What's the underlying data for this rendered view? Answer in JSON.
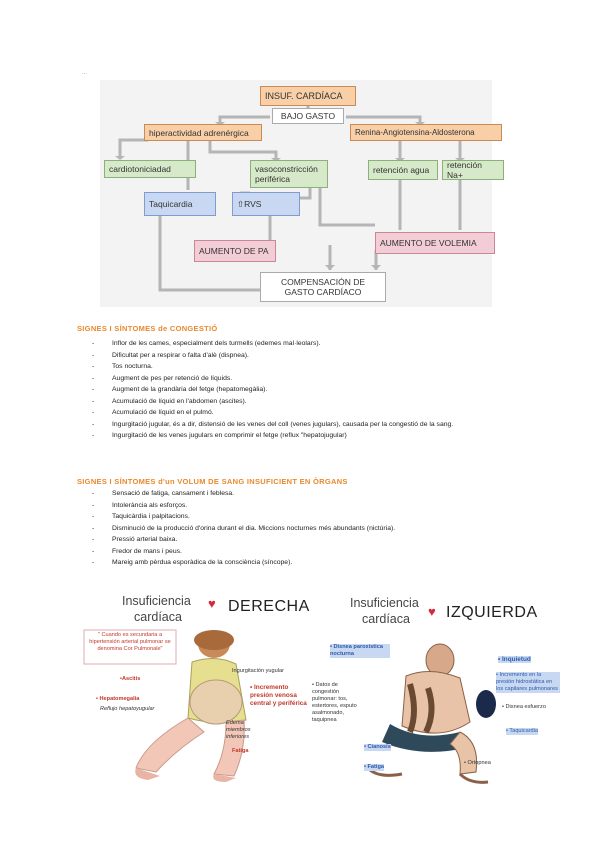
{
  "page_mark": "...",
  "diagram": {
    "insuf": "INSUF. CARDÍACA",
    "bajo_gasto": "BAJO GASTO",
    "hiperactividad": "hiperactividad adrenérgica",
    "renina": "Renina-Angiotensina-Aldosterona",
    "cardiotoniciadad": "cardiotoniciadad",
    "vasoconstriccion": "vasoconstricción periférica",
    "retencion_agua": "retención agua",
    "retencion_na": "retención Na+",
    "taquicardia": "Taquicardia",
    "rvs": "⇧RVS",
    "aumento_pa": "AUMENTO DE PA",
    "aumento_volemia": "AUMENTO DE VOLEMIA",
    "compensacion": "COMPENSACIÓN DE GASTO CARDÍACO"
  },
  "congestio": {
    "title": "SIGNES I SÍNTOMES de CONGESTIÓ",
    "items": [
      "Inflor de les cames, especialment dels turmells (edemes mal·leolars).",
      "Dificultat per a respirar o falta d'alè (dispnea).",
      "Tos nocturna.",
      "Augment de pes per retenció de líquids.",
      "Augment de la grandària del fetge (hepatomegàlia).",
      "Acumulació de líquid en l'abdomen (ascites).",
      "Acumulació de líquid en el pulmó.",
      "Ingurgitació jugular, és a dir, distensió de les venes del coll (venes jugulars), causada per la congestió de la sang.",
      "Ingurgitació de les venes jugulars en comprimir el fetge (reflux \"hepatojugular)"
    ]
  },
  "volum": {
    "title": "SIGNES I SÍNTOMES d'un VOLUM DE SANG INSUFICIENT EN ÒRGANS",
    "items": [
      "Sensació de fatiga, cansament i feblesa.",
      "Intolerància als esforços.",
      "Taquicàrdia i palpitacions.",
      "Disminució de la producció d'orina durant el dia. Miccions nocturnes més abundants (nictúria).",
      "Pressió arterial baixa.",
      "Fredor de mans i peus.",
      "Mareig amb pèrdua esporàdica de la consciència (síncope)."
    ]
  },
  "derecha": {
    "title1": "Insuficiencia",
    "title2": "cardíaca",
    "heart": "♥",
    "side": "DERECHA",
    "note": "\" Cuando es secundaria a hipertensión arterial pulmonar se denomina Cor Pulmonale\"",
    "ascitis": "•Ascitis",
    "hepatomegalia": "• Hepatomegalia",
    "reflujo": "Reflujo hepatoyugular",
    "ingurgitacion": "Ingurgitación yugular",
    "incremento": "• Incremento presión venosa central y periférica",
    "edema": "Edema miembros inferiores",
    "fatiga": "Fatiga"
  },
  "izquierda": {
    "title1": "Insuficiencia",
    "title2": "cardíaca",
    "heart": "♥",
    "side": "IZQUIERDA",
    "disnea_parox": "• Disnea paroxística nocturna",
    "inquietud": "• Inquietud",
    "datos": "• Datos de congestión pulmonar: tos, estertores, esputo asalmonado, taquipnea",
    "incremento_pres": "• Incremento en la presión hidrostática en los capilares pulmonares",
    "disnea_esfuerzo": "• Disnea esfuerzo",
    "taquicardia": "• Taquicardia",
    "cianosis": "• Cianosis",
    "fatiga": "• Fatiga",
    "ortopnea": "• Ortopnea"
  },
  "colors": {
    "heading": "#e8892e",
    "heart": "#d42a3c",
    "accent_red": "#c0392b",
    "accent_blue": "#2a5aa8"
  }
}
